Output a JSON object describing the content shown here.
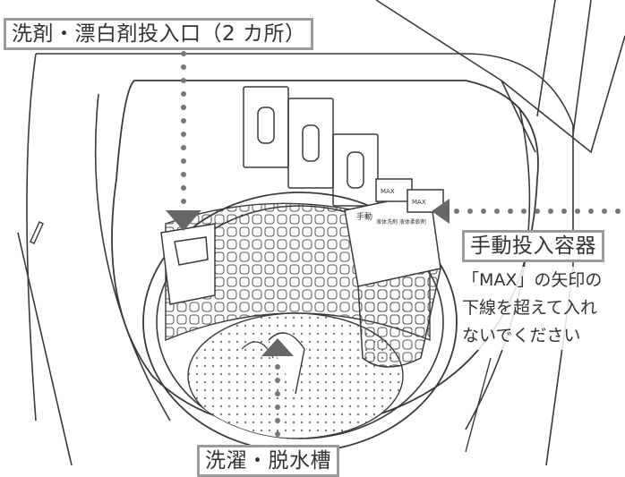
{
  "labels": {
    "detergent_inlet": "洗剤・漂白剤投入口（2 カ所）",
    "manual_container": "手動投入容器",
    "wash_tub": "洗濯・脱水槽"
  },
  "note_lines": [
    "「MAX」の矢印の",
    "下線を超えて入れ",
    "ないでください"
  ],
  "container_text": {
    "title": "手動",
    "small_labels": "液体洗剤 液体柔軟剤",
    "max_marks": [
      "MAX",
      "MAX"
    ]
  },
  "colors": {
    "line": "#3a3a3a",
    "callout_border": "#9a9a9a",
    "pointer": "#666666",
    "dots": "#777777"
  }
}
